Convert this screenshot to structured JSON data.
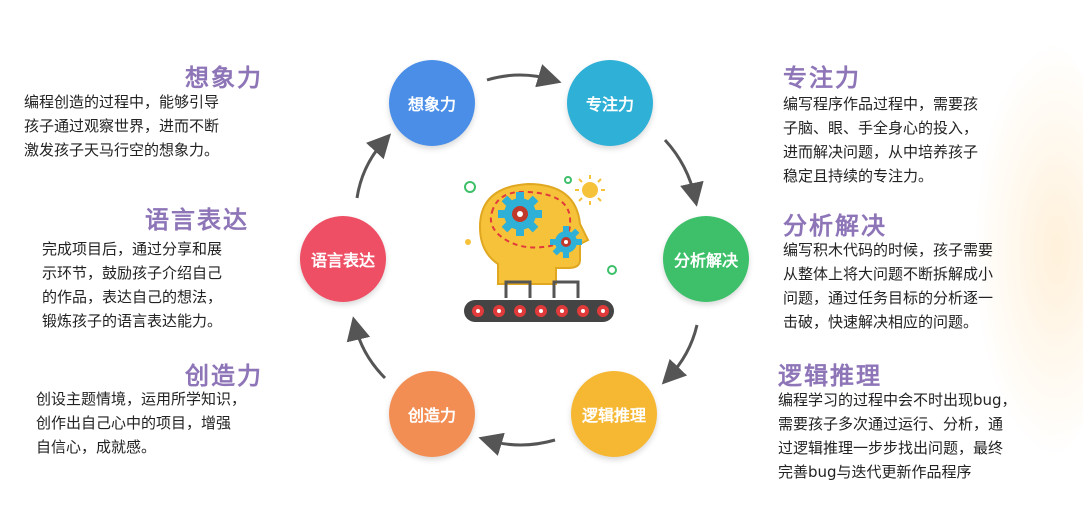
{
  "nodes": {
    "imagination": {
      "label": "想象力",
      "color": "#4a8ee8"
    },
    "focus": {
      "label": "专注力",
      "color": "#2fb0d6"
    },
    "analysis": {
      "label": "分析解决",
      "color": "#3ec06a"
    },
    "logic": {
      "label": "逻辑推理",
      "color": "#f6b733"
    },
    "creativity": {
      "label": "创造力",
      "color": "#f28e54"
    },
    "language": {
      "label": "语言表达",
      "color": "#ee4f64"
    }
  },
  "left": [
    {
      "title": "想象力",
      "lines": [
        "编程创造的过程中，能够引导",
        "孩子通过观察世界，进而不断",
        "激发孩子天马行空的想象力。"
      ]
    },
    {
      "title": "语言表达",
      "lines": [
        "完成项目后，通过分享和展",
        "示环节，鼓励孩子介绍自己",
        "的作品，表达自己的想法，",
        "锻炼孩子的语言表达能力。"
      ]
    },
    {
      "title": "创造力",
      "lines": [
        "创设主题情境，运用所学知识，",
        "创作出自己心中的项目，增强",
        "自信心，成就感。"
      ]
    }
  ],
  "right": [
    {
      "title": "专注力",
      "lines": [
        "编写程序作品过程中，需要孩",
        "子脑、眼、手全身心的投入，",
        "进而解决问题，从中培养孩子",
        "稳定且持续的专注力。"
      ]
    },
    {
      "title": "分析解决",
      "lines": [
        "编写积木代码的时候，孩子需要",
        "从整体上将大问题不断拆解成小",
        "问题，通过任务目标的分析逐一",
        "击破，快速解决相应的问题。"
      ]
    },
    {
      "title": "逻辑推理",
      "lines": [
        "编程学习的过程中会不时出现bug，",
        "需要孩子多次通过运行、分析，通",
        "过逻辑推理一步步找出问题，最终",
        "完善bug与迭代更新作品程序"
      ]
    }
  ],
  "icons": {
    "center": "head-gears-conveyor-icon"
  }
}
